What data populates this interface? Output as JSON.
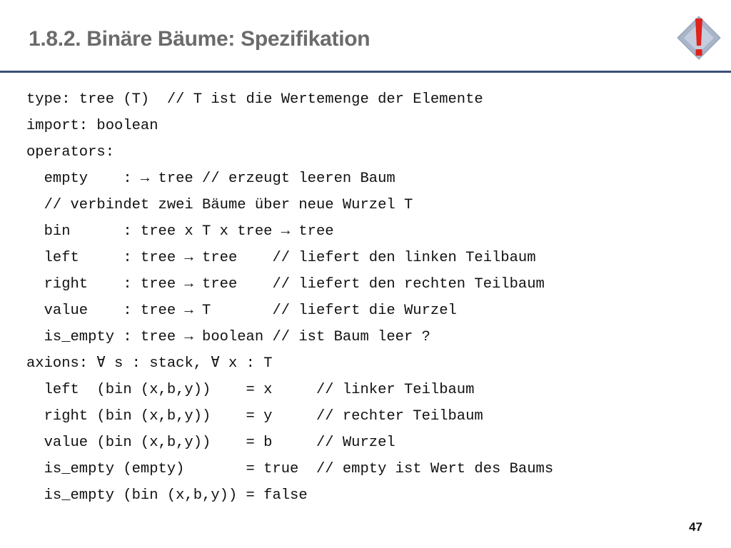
{
  "slide": {
    "title": "1.8.2. Binäre Bäume: Spezifikation",
    "logo_icon": "exclamation-diamond-icon",
    "colors": {
      "title": "#6b6b6b",
      "rule": "#3b4f78",
      "logo_diamond": "#a9b4c9",
      "logo_mark": "#e0221c"
    },
    "code_lines": [
      "type: tree (T)  // T ist die Wertemenge der Elemente",
      "import: boolean",
      "operators:",
      "  empty    : → tree // erzeugt leeren Baum",
      "  // verbindet zwei Bäume über neue Wurzel T",
      "  bin      : tree x T x tree → tree",
      "  left     : tree → tree    // liefert den linken Teilbaum",
      "  right    : tree → tree    // liefert den rechten Teilbaum",
      "  value    : tree → T       // liefert die Wurzel",
      "  is_empty : tree → boolean // ist Baum leer ?",
      "axions: ∀ s : stack, ∀ x : T",
      "  left  (bin (x,b,y))    = x     // linker Teilbaum",
      "  right (bin (x,b,y))    = y     // rechter Teilbaum",
      "  value (bin (x,b,y))    = b     // Wurzel",
      "  is_empty (empty)       = true  // empty ist Wert des Baums",
      "  is_empty (bin (x,b,y)) = false"
    ],
    "page_number": "47"
  }
}
